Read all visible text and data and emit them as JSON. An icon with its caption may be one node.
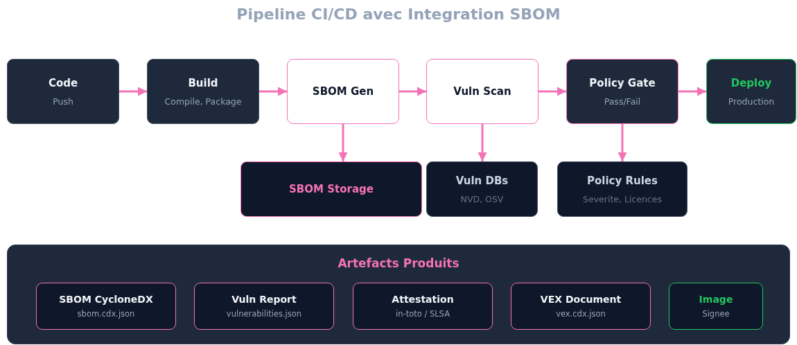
{
  "diagram": {
    "title": "Pipeline CI/CD avec Integration SBOM",
    "nodes": [
      {
        "text": [
          "Code",
          "Push"
        ]
      },
      {
        "text": [
          "Build",
          "Compile, Package"
        ]
      },
      {
        "text": [
          "SBOM Gen"
        ]
      },
      {
        "text": [
          "Vuln Scan"
        ]
      },
      {
        "text": [
          "Policy Gate",
          "Pass/Fail"
        ]
      },
      {
        "text": [
          "Deploy",
          "Production"
        ]
      },
      {
        "text": [
          "SBOM Storage"
        ]
      },
      {
        "text": [
          "Vuln DBs",
          "NVD, OSV"
        ]
      },
      {
        "text": [
          "Policy Rules",
          "Severite, Licences"
        ]
      },
      {
        "text": [
          "Artefacts Produits"
        ]
      },
      {
        "text": [
          "SBOM CycloneDX",
          "sbom.cdx.json"
        ],
        "in": 9
      },
      {
        "text": [
          "Vuln Report",
          "vulnerabilities.json"
        ],
        "in": 9
      },
      {
        "text": [
          "Attestation",
          "in-toto / SLSA"
        ],
        "in": 9
      },
      {
        "text": [
          "VEX Document",
          "vex.cdx.json"
        ],
        "in": 9
      },
      {
        "text": [
          "Image",
          "Signee"
        ],
        "in": 9
      }
    ],
    "edges": [
      {
        "from": 0,
        "to": 1,
        "arrow": "to"
      },
      {
        "from": 1,
        "to": 2,
        "arrow": "to"
      },
      {
        "from": 2,
        "to": 3,
        "arrow": "to"
      },
      {
        "from": 3,
        "to": 4,
        "arrow": "to"
      },
      {
        "from": 4,
        "to": 5,
        "arrow": "to"
      },
      {
        "from": 2,
        "to": 6,
        "arrow": "to"
      },
      {
        "from": 3,
        "to": 7,
        "arrow": "to"
      },
      {
        "from": 4,
        "to": 8,
        "arrow": "to"
      }
    ]
  }
}
